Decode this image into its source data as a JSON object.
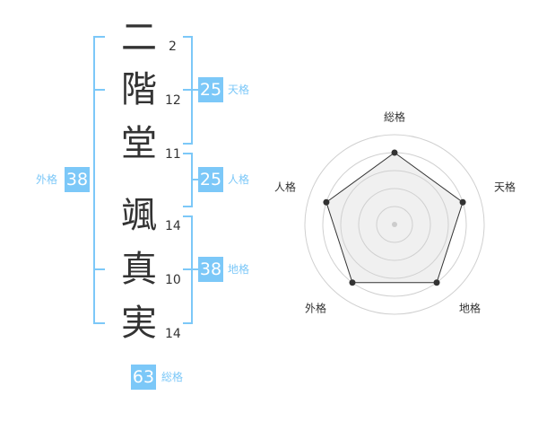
{
  "name_chars": [
    {
      "char": "二",
      "strokes": "2"
    },
    {
      "char": "階",
      "strokes": "12"
    },
    {
      "char": "堂",
      "strokes": "11"
    },
    {
      "char": "颯",
      "strokes": "14"
    },
    {
      "char": "真",
      "strokes": "10"
    },
    {
      "char": "実",
      "strokes": "14"
    }
  ],
  "kaku": {
    "tenkaku": {
      "label": "天格",
      "value": "25"
    },
    "jinkaku": {
      "label": "人格",
      "value": "25"
    },
    "chikaku": {
      "label": "地格",
      "value": "38"
    },
    "gaikaku": {
      "label": "外格",
      "value": "38"
    },
    "soukaku": {
      "label": "総格",
      "value": "63"
    }
  },
  "colors": {
    "accent": "#7cc8f8",
    "text": "#333333"
  },
  "chart_data": {
    "type": "radar",
    "axes": [
      "総格",
      "天格",
      "地格",
      "外格",
      "人格"
    ],
    "values": [
      4,
      4,
      4,
      4,
      4
    ],
    "rmax": 5,
    "rings": 5
  }
}
